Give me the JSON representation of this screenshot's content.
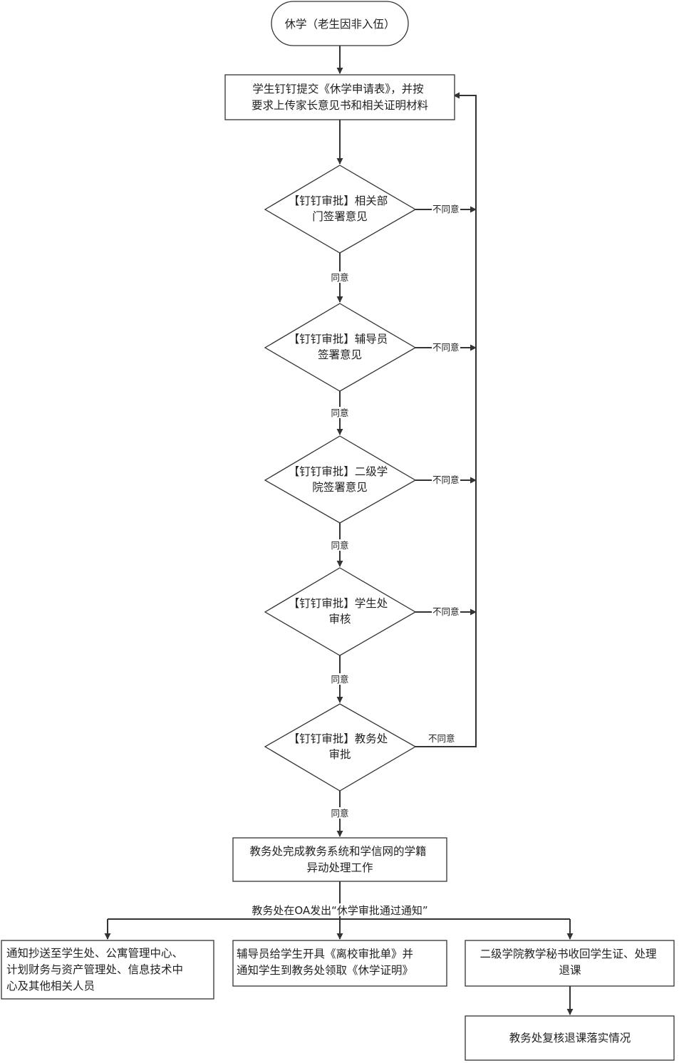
{
  "nodes": {
    "start": {
      "lines": [
        "休学（老生因非入伍）"
      ]
    },
    "submit": {
      "lines": [
        "学生钉钉提交《休学申请表》，并按",
        "要求上传家长意见书和相关证明材料"
      ]
    },
    "d1": {
      "lines": [
        "【钉钉审批】相关部",
        "门签署意见"
      ]
    },
    "d2": {
      "lines": [
        "【钉钉审批】辅导员",
        "签署意见"
      ]
    },
    "d3": {
      "lines": [
        "【钉钉审批】二级学",
        "院签署意见"
      ]
    },
    "d4": {
      "lines": [
        "【钉钉审批】学生处",
        "审核"
      ]
    },
    "d5": {
      "lines": [
        "【钉钉审批】教务处",
        "审批"
      ]
    },
    "complete": {
      "lines": [
        "教务处完成教务系统和学信网的学籍",
        "异动处理工作"
      ]
    },
    "notify": {
      "lines": [
        "通知抄送至学生处、公寓管理中心、",
        "计划财务与资产管理处、信息技术中",
        "心及其他相关人员"
      ]
    },
    "counselor": {
      "lines": [
        "辅导员给学生开具《离校审批单》并",
        "通知学生到教务处领取《休学证明》"
      ]
    },
    "college": {
      "lines": [
        "二级学院教学秘书收回学生证、处理",
        "退课"
      ]
    },
    "review": {
      "lines": [
        "教务处复核退课落实情况"
      ]
    }
  },
  "edge_labels": {
    "agree": "同意",
    "disagree": "不同意",
    "oa_notice": "教务处在OA发出“休学审批通过通知”"
  }
}
